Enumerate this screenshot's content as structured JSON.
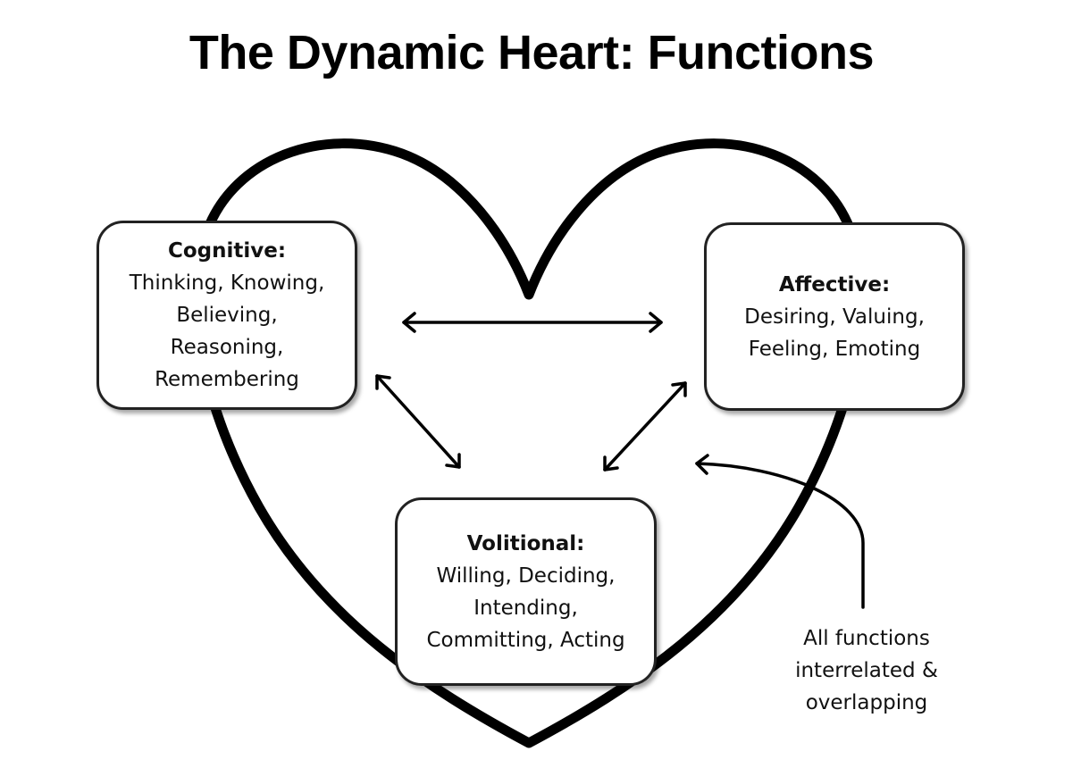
{
  "title": "The Dynamic Heart: Functions",
  "boxes": {
    "cognitive": {
      "heading": "Cognitive:",
      "lines": [
        "Thinking, Knowing,",
        "Believing,",
        "Reasoning,",
        "Remembering"
      ]
    },
    "affective": {
      "heading": "Affective:",
      "lines": [
        "Desiring, Valuing,",
        "Feeling, Emoting"
      ]
    },
    "volitional": {
      "heading": "Volitional:",
      "lines": [
        "Willing, Deciding,",
        "Intending,",
        "Committing, Acting"
      ]
    }
  },
  "note": {
    "lines": [
      "All functions",
      "interrelated &",
      "overlapping"
    ]
  },
  "colors": {
    "stroke": "#000000",
    "box_border": "#222222",
    "background": "#ffffff"
  }
}
